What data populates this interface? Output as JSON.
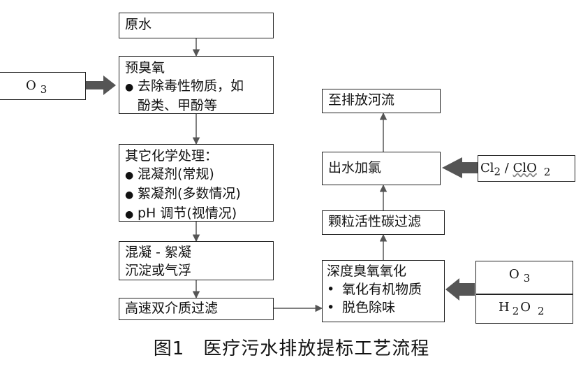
{
  "left_chain": {
    "raw_water": "原水",
    "pre_ozone": {
      "title": "预臭氧",
      "bullet_mark": "●",
      "items": [
        "去除毒性物质，如",
        "酚类、甲酚等"
      ]
    },
    "chemical": {
      "title": "其它化学处理：",
      "bullet_mark": "●",
      "items": [
        "混凝剂(常规)",
        "絮凝剂(多数情况)",
        "pH 调节(视情况)"
      ]
    },
    "coag": {
      "lines": [
        "混凝 - 絮凝",
        "沉淀或气浮"
      ]
    },
    "filter": "高速双介质过滤"
  },
  "right_chain": {
    "deep_ozone": {
      "title": "深度臭氧氧化",
      "bullet_mark": "•",
      "items": [
        "氧化有机物质",
        "脱色除味"
      ]
    },
    "gac": "颗粒活性碳过滤",
    "chlorine": "出水加氯",
    "discharge": "至排放河流"
  },
  "inputs": {
    "o3_left": {
      "main": "O",
      "sub": "3"
    },
    "o3_right": {
      "main": "O",
      "sub": "3"
    },
    "h2o2": {
      "a": "H",
      "sub1": "2",
      "b": "O",
      "sub2": "2"
    },
    "cl": {
      "a": "Cl",
      "sub1": "2",
      "sep": " / ",
      "b": "ClO",
      "sub2": "2"
    }
  },
  "caption": "图1　医疗污水排放提标工艺流程",
  "colors": {
    "arrow": "#555555",
    "thick_arrow": "#555555",
    "border": "#222222"
  }
}
